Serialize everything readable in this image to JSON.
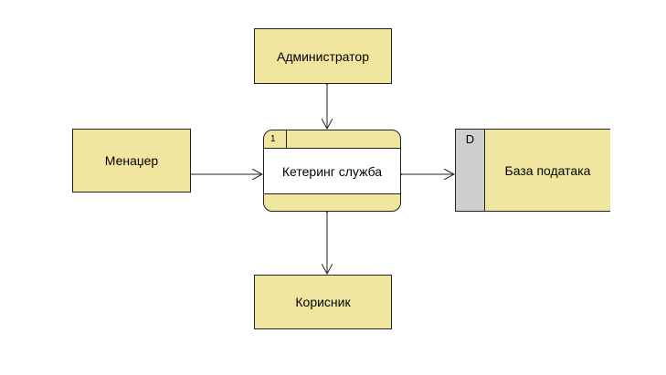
{
  "entities": {
    "administrator": "Администратор",
    "manager": "Менаџер",
    "user": "Корисник"
  },
  "process": {
    "id": "1",
    "name": "Кетеринг служба"
  },
  "datastore": {
    "id": "D",
    "name": "База података"
  },
  "colors": {
    "fill": "#f0e6a0",
    "store_id_fill": "#cfcfcf",
    "stroke": "#222222",
    "background": "#ffffff"
  }
}
